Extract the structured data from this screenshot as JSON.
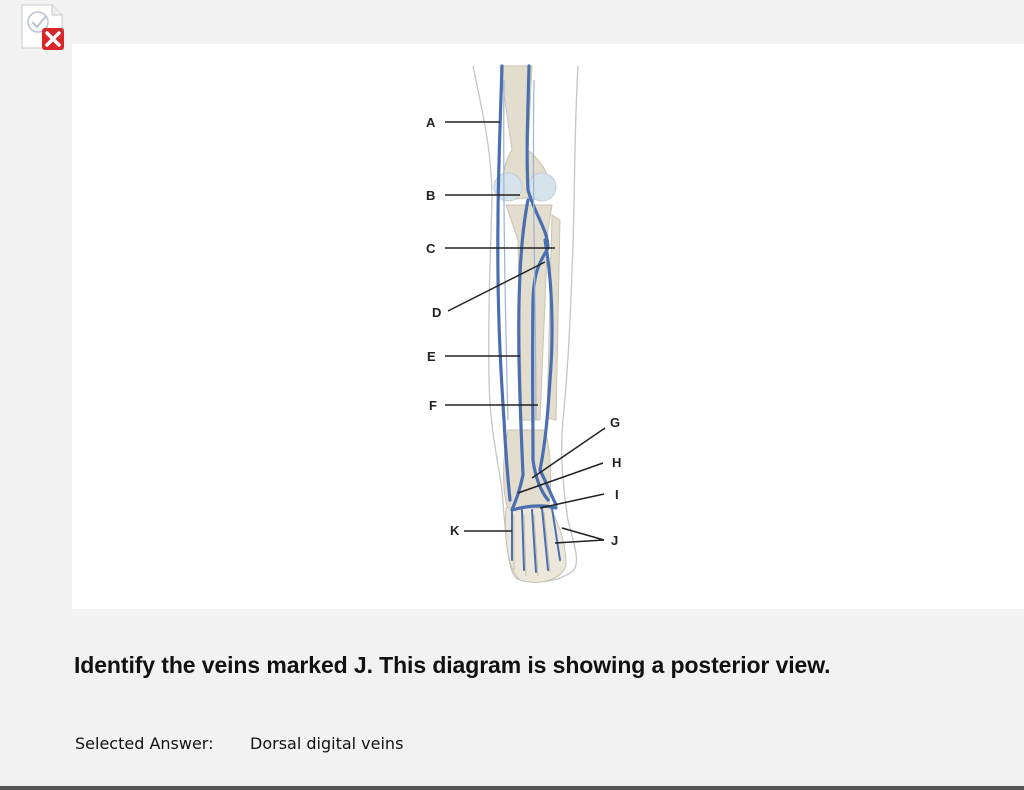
{
  "status": {
    "icon": "incorrect-icon",
    "color": "#d9262b"
  },
  "diagram": {
    "view": "posterior",
    "labels": [
      "A",
      "B",
      "C",
      "D",
      "E",
      "F",
      "G",
      "H",
      "I",
      "K",
      "J"
    ],
    "vein_color": "#4a6fb0",
    "bone_color": "#e3ddce"
  },
  "question": {
    "text": "Identify the veins marked J. This diagram is showing a posterior view."
  },
  "answer": {
    "label": "Selected Answer:",
    "value": "Dorsal digital veins",
    "correct": false
  }
}
